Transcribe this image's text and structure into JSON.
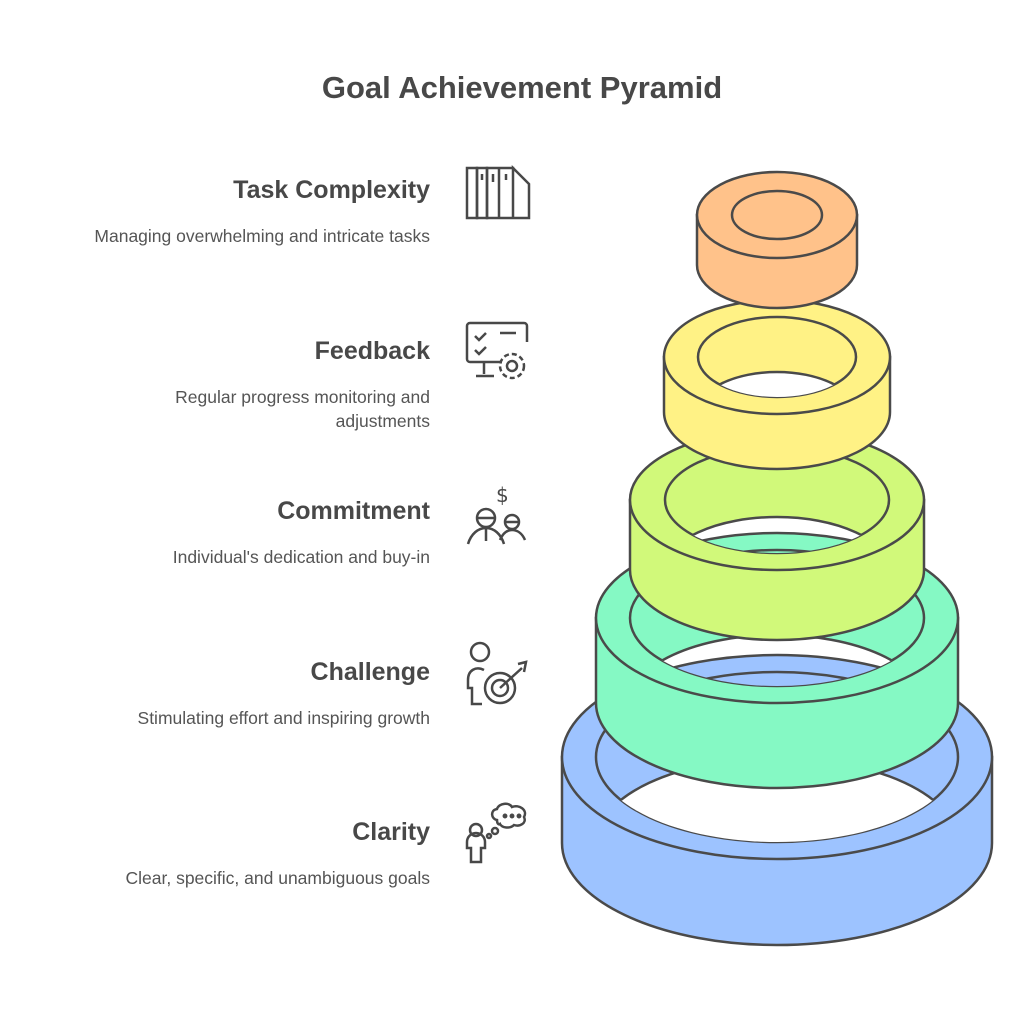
{
  "title": "Goal Achievement Pyramid",
  "levels": [
    {
      "name": "Task Complexity",
      "description": "Managing overwhelming and intricate tasks",
      "icon": "kanban-board-icon",
      "color": "#FFC28A"
    },
    {
      "name": "Feedback",
      "description": "Regular progress monitoring and adjustments",
      "icon": "monitor-checklist-gear-icon",
      "color": "#FFF285"
    },
    {
      "name": "Commitment",
      "description": "Individual's dedication and buy-in",
      "icon": "people-dollar-icon",
      "color": "#D1F97A"
    },
    {
      "name": "Challenge",
      "description": "Stimulating effort and inspiring growth",
      "icon": "person-target-icon",
      "color": "#85F9C4"
    },
    {
      "name": "Clarity",
      "description": "Clear, specific, and unambiguous goals",
      "icon": "person-thought-bubble-icon",
      "color": "#9DC3FF"
    }
  ]
}
